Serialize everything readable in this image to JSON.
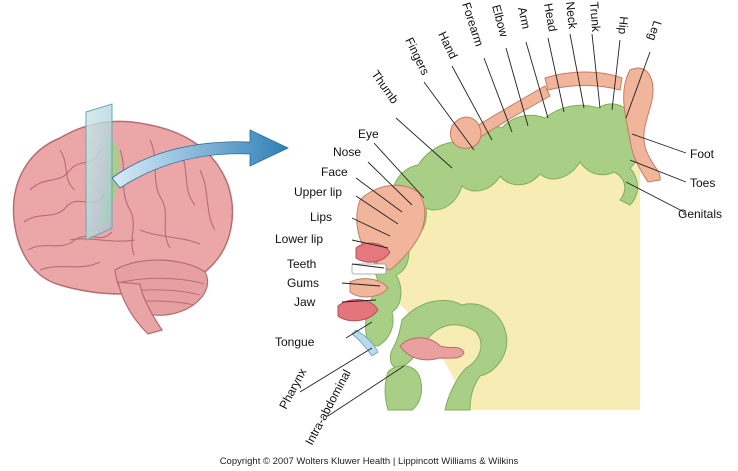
{
  "labels": {
    "left": [
      "Eye",
      "Nose",
      "Face",
      "Upper lip",
      "Lips",
      "Lower lip",
      "Teeth",
      "Gums",
      "Jaw",
      "Tongue"
    ],
    "rotated_top": [
      "Thumb",
      "Fingers",
      "Hand",
      "Forearm",
      "Elbow",
      "Arm",
      "Head",
      "Neck",
      "Trunk",
      "Hip",
      "Leg"
    ],
    "right": [
      "Foot",
      "Toes",
      "Genitals"
    ],
    "bottom_rotated": [
      "Pharynx",
      "Intra-abdominal"
    ]
  },
  "copyright": "Copyright © 2007 Wolters Kluwer Health | Lippincott Williams & Wilkins",
  "colors": {
    "cortex_green": "#a9cf86",
    "white_matter": "#f7ecb3",
    "brain_pink": "#eba7a8",
    "arrow_blue": "#2f7fb7",
    "homunculus": "#f1b59c"
  }
}
